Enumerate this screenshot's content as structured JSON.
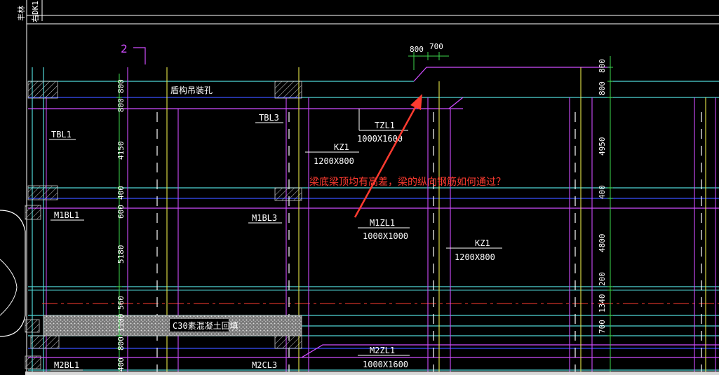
{
  "colors": {
    "background": "#000000",
    "cyan": "#4fd6d6",
    "blue": "#3a50ff",
    "magenta": "#d04cff",
    "yellow": "#e8e84a",
    "white": "#ffffff",
    "green": "#3cd64c",
    "red": "#ff3b30",
    "hatch": "#c8c8c8"
  },
  "corner_text": "右DK1",
  "corner_text2": "丰林",
  "section_mark": "2",
  "top_dims": [
    "800",
    "700"
  ],
  "left_dims": [
    "800",
    "800",
    "4150",
    "400",
    "600",
    "5180",
    "560",
    "1100",
    "800",
    "400"
  ],
  "right_dims": [
    "800",
    "800",
    "4950",
    "400",
    "4800",
    "200",
    "1340",
    "700"
  ],
  "labels": {
    "hole": "盾构吊装孔",
    "tbl1": "TBL1",
    "tbl3": "TBL3",
    "tzl1": "TZL1",
    "tzl1_size": "1000X1600",
    "kz1_a": "KZ1",
    "kz1_a_size": "1200X800",
    "m1bl1": "M1BL1",
    "m1bl3": "M1BL3",
    "m1zl1": "M1ZL1",
    "m1zl1_size": "1000X1000",
    "kz1_b": "KZ1",
    "kz1_b_size": "1200X800",
    "backfill": "C30素混凝土回填",
    "m2zl1": "M2ZL1",
    "m2zl1_size": "1000X1600",
    "m2bl1": "M2BL1",
    "m2cl3": "M2CL3"
  },
  "annotation": {
    "question": "梁底梁顶均有高差，梁的纵向钢筋如何通过？"
  }
}
